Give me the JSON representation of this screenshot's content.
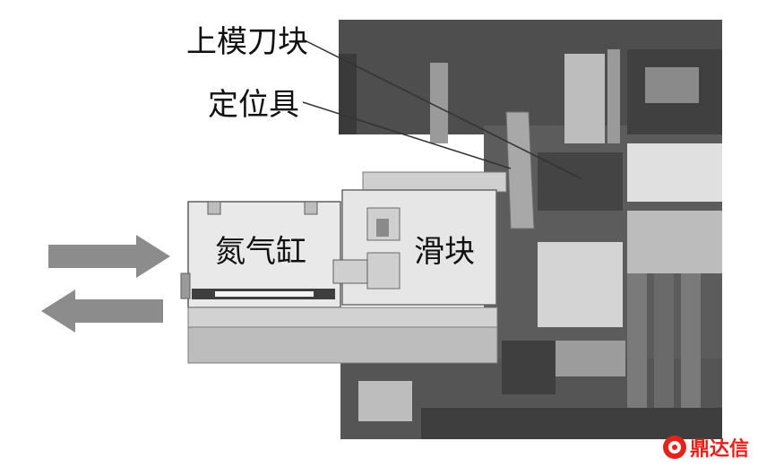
{
  "labels": {
    "upper_die_cutter": "上模刀块",
    "locator": "定位具",
    "nitrogen_cylinder": "氮气缸",
    "slider": "滑块"
  },
  "watermark": {
    "text": "鼎达信"
  },
  "colors": {
    "dark_metal": "#5a5a5a",
    "mid_metal": "#8a8a8a",
    "light_metal": "#d8d8d8",
    "arrow": "#8c8c8c",
    "brand_red": "#e2231a"
  }
}
